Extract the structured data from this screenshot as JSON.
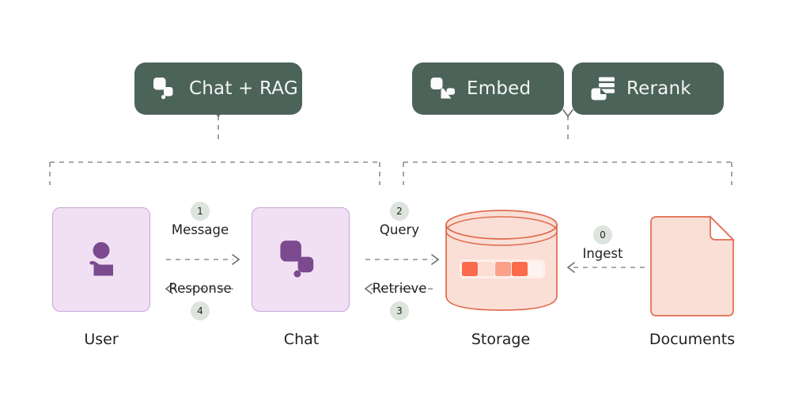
{
  "diagram": {
    "type": "rag-pipeline-flow",
    "colors": {
      "chip_bg": "#4c6359",
      "chip_text": "#f2f5f3",
      "node_purple_fill": "#f1e0f4",
      "node_purple_border": "#cba4d6",
      "icon_purple": "#7b4a8f",
      "storage_fill": "#fadfd6",
      "storage_border": "#e06c4f",
      "badge_bg": "#dde3dd",
      "dashed_line": "#8a8f8c",
      "text": "#1f2023"
    },
    "capability_chips": [
      {
        "label": "Chat + RAG",
        "icon": "chat-bubbles-icon"
      },
      {
        "label": "Embed",
        "icon": "embed-shapes-icon"
      },
      {
        "label": "Rerank",
        "icon": "rerank-stack-icon"
      }
    ],
    "nodes": [
      {
        "label": "User",
        "icon": "user-person-icon",
        "shape": "rounded-square"
      },
      {
        "label": "Chat",
        "icon": "chat-bubbles-icon",
        "shape": "rounded-square"
      },
      {
        "label": "Storage",
        "icon": "database-cylinder-icon",
        "shape": "cylinder"
      },
      {
        "label": "Documents",
        "icon": "document-page-icon",
        "shape": "page"
      }
    ],
    "flows": [
      {
        "step": "1",
        "label": "Message",
        "direction": "right",
        "from": "User",
        "to": "Chat"
      },
      {
        "step": "4",
        "label": "Response",
        "direction": "left",
        "from": "Chat",
        "to": "User"
      },
      {
        "step": "2",
        "label": "Query",
        "direction": "right",
        "from": "Chat",
        "to": "Storage"
      },
      {
        "step": "3",
        "label": "Retrieve",
        "direction": "left",
        "from": "Storage",
        "to": "Chat"
      },
      {
        "step": "0",
        "label": "Ingest",
        "direction": "left",
        "from": "Documents",
        "to": "Storage"
      }
    ],
    "storage_bar_segments": [
      "#fb6a4a",
      "#fdded5",
      "#fca08a",
      "#fb6a4a",
      "#fef3ef"
    ],
    "groupings": [
      {
        "chip": "Chat + RAG",
        "covers": [
          "User",
          "Chat"
        ]
      },
      {
        "chip": "Embed / Rerank",
        "covers": [
          "Storage",
          "Documents"
        ]
      }
    ]
  }
}
